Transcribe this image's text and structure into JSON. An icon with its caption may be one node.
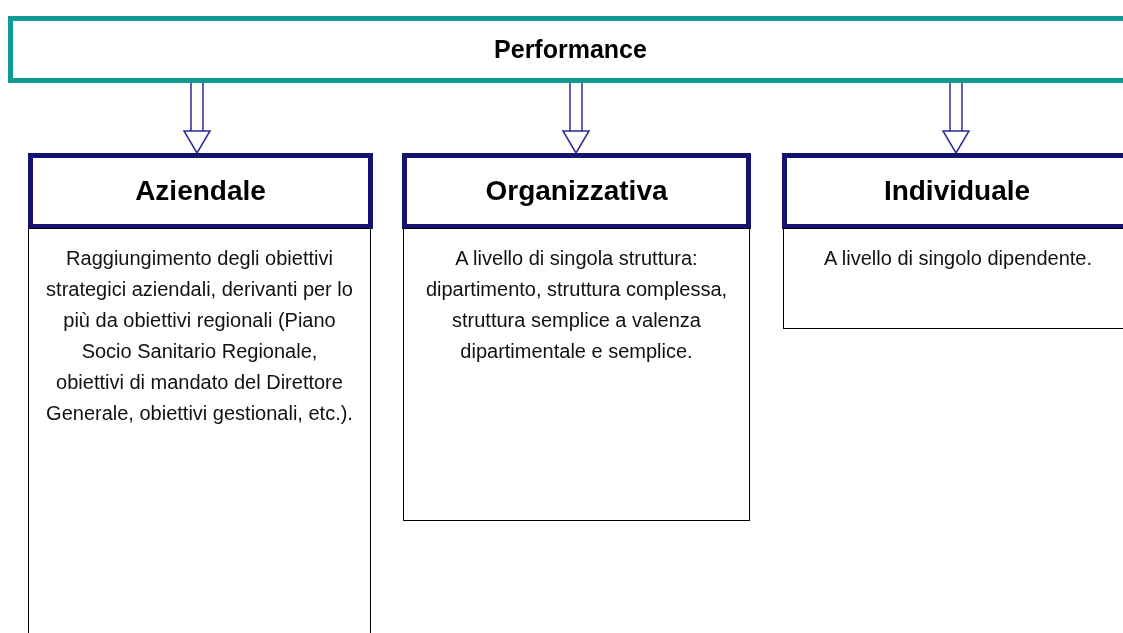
{
  "diagram": {
    "nodes": [
      {
        "text": [
          "Performance"
        ]
      },
      {
        "text": [
          "Aziendale"
        ]
      },
      {
        "text": [
          "Raggiungimento degli obiettivi strategici aziendali, derivanti per lo più da obiettivi regionali (Piano Socio Sanitario Regionale, obiettivi di mandato del Direttore Generale, obiettivi gestionali, etc.)."
        ]
      },
      {
        "text": [
          "Organizzativa"
        ]
      },
      {
        "text": [
          "A livello di singola struttura: dipartimento, struttura complessa, struttura semplice a valenza dipartimentale e semplice."
        ]
      },
      {
        "text": [
          "Individuale"
        ]
      },
      {
        "text": [
          "A livello di singolo dipendente."
        ]
      }
    ],
    "edges": [
      {
        "from": 0,
        "to": 1,
        "arrow": "to"
      },
      {
        "from": 0,
        "to": 3,
        "arrow": "to"
      },
      {
        "from": 0,
        "to": 5,
        "arrow": "to"
      }
    ]
  }
}
